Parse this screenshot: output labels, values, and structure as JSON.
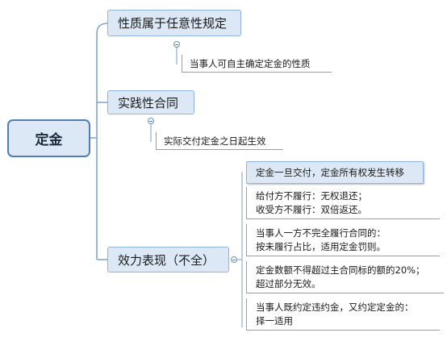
{
  "root": {
    "label": "定金"
  },
  "branches": [
    {
      "label": "性质属于任意性规定",
      "child": "当事人可自主确定定金的性质"
    },
    {
      "label": "实践性合同",
      "child": "实际交付定金之日起生效"
    },
    {
      "label": "效力表现（不全）",
      "children": [
        {
          "lines": [
            "定金一旦交付，定金所有权发生转移"
          ]
        },
        {
          "lines": [
            "给付方不履行：无权退还；",
            "收受方不履行：双倍返还。"
          ]
        },
        {
          "lines": [
            "当事人一方不完全履行合同的：",
            "按未履行占比，适用定金罚则。"
          ]
        },
        {
          "lines": [
            "定金数额不得超过主合同标的额的20%；",
            "超过部分无效。"
          ]
        },
        {
          "lines": [
            "当事人既约定违约金，又约定定金的：",
            "择一适用"
          ]
        }
      ]
    }
  ],
  "colors": {
    "line": "#7aa3cf",
    "node_fill": "#dce8f5",
    "node_border": "#8fb3d9",
    "root_border": "#4f7fb4"
  }
}
